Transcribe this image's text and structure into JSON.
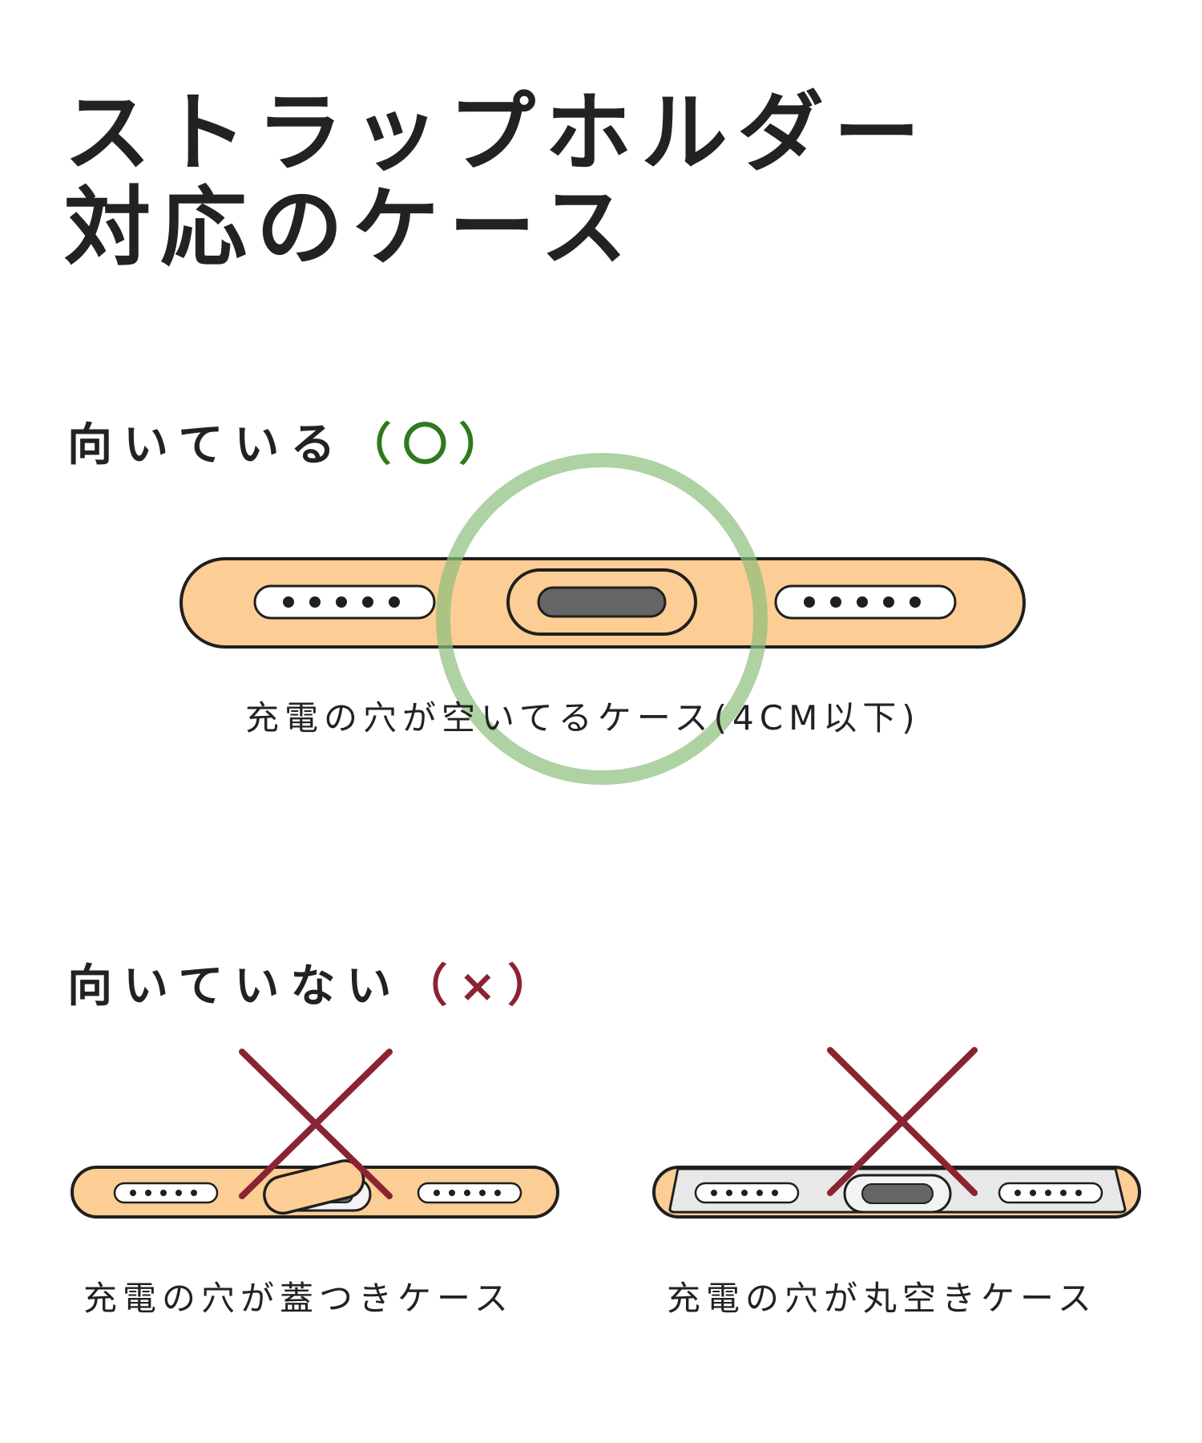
{
  "title": {
    "line1": "ストラップホルダー",
    "line2": "対応のケース"
  },
  "good": {
    "heading": "向いている",
    "mark": "（〇）",
    "mark_color": "#2f7a1c",
    "caption": "充電の穴が空いてるケース(4CM以下)"
  },
  "bad": {
    "heading": "向いていない",
    "mark": "（×）",
    "mark_color": "#8a2432",
    "items": [
      {
        "caption": "充電の穴が蓋つきケース"
      },
      {
        "caption": "充電の穴が丸空きケース"
      }
    ]
  },
  "colors": {
    "case_orange": "#fccd94",
    "outline": "#1f1f1f",
    "port_gray": "#666666",
    "clear_case": "#e8e8e8",
    "circle_green": "#8cbf7c",
    "cross_red": "#8a2432"
  },
  "icons": [
    "phone-case-bottom-icon",
    "ok-circle-icon",
    "ng-cross-icon"
  ]
}
